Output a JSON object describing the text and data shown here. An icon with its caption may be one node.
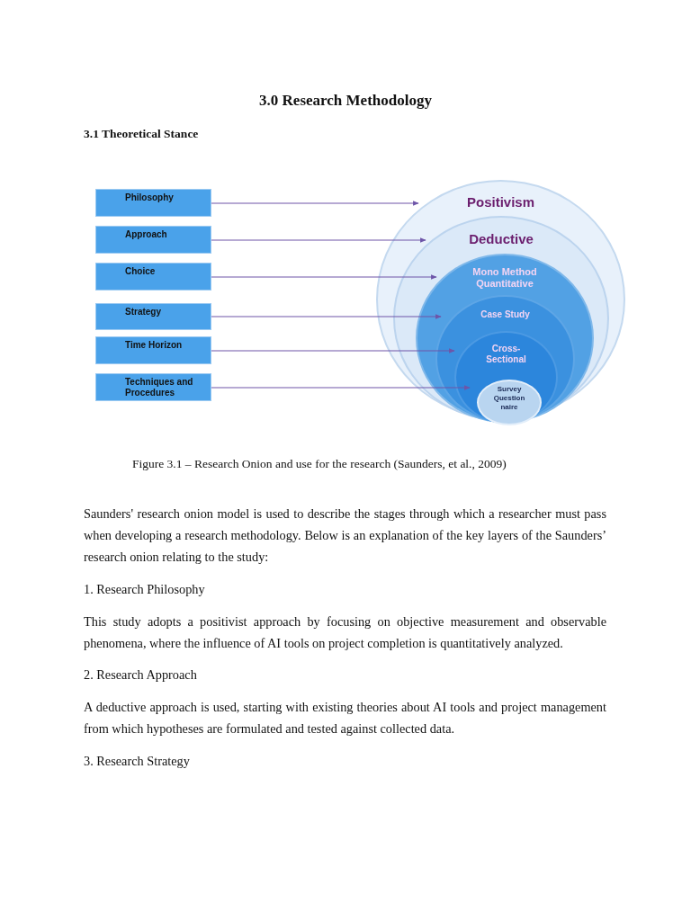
{
  "diagram": {
    "title": "3.0 Research Methodology",
    "caption": "Figure 3.1 – Research Onion and use for the research (Saunders, et al., 2009)",
    "nodes": [
      {
        "text": [
          "Philosophy"
        ]
      },
      {
        "text": [
          "Approach"
        ]
      },
      {
        "text": [
          "Choice"
        ]
      },
      {
        "text": [
          "Strategy"
        ]
      },
      {
        "text": [
          "Time Horizon"
        ]
      },
      {
        "text": [
          "Techniques and Procedures"
        ]
      },
      {
        "text": [
          "Positivism"
        ]
      },
      {
        "text": [
          "Deductive"
        ],
        "in": 6
      },
      {
        "text": [
          "Mono Method Quantitative"
        ],
        "in": 7
      },
      {
        "text": [
          "Case Study"
        ],
        "in": 8
      },
      {
        "text": [
          "Cross- Sectional"
        ],
        "in": 9
      },
      {
        "text": [
          "Survey Question naire"
        ],
        "in": 10
      }
    ],
    "edges": [
      {
        "from": 0,
        "to": 6,
        "arrow": "to"
      },
      {
        "from": 1,
        "to": 7,
        "arrow": "to"
      },
      {
        "from": 2,
        "to": 8,
        "arrow": "to"
      },
      {
        "from": 3,
        "to": 9,
        "arrow": "to"
      },
      {
        "from": 4,
        "to": 10,
        "arrow": "to"
      },
      {
        "from": 5,
        "to": 11,
        "arrow": "to"
      }
    ],
    "labels": [
      "3.1 Theoretical Stance",
      "Saunders' research onion model is used to describe the stages through which a researcher must pass when developing a research methodology. Below is an explanation of the key layers of the Saunders’ research onion relating to the study:",
      "1. Research Philosophy",
      "This study adopts a positivist approach by focusing on objective measurement and observable phenomena, where the influence of AI tools on project completion is quantitatively analyzed.",
      "2. Research Approach",
      "A deductive approach is used, starting with existing theories about AI tools and project management from which hypotheses are formulated and tested against collected data.",
      "3. Research Strategy"
    ]
  }
}
